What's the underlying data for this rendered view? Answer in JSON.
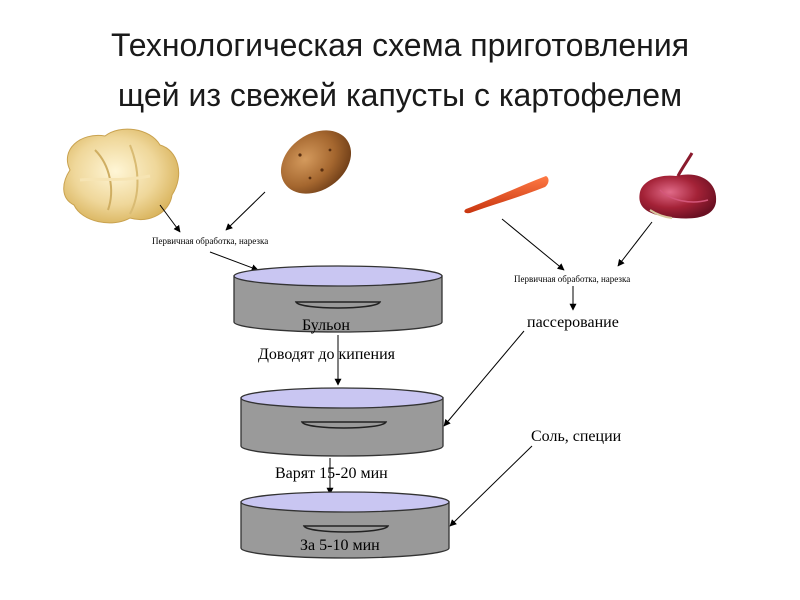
{
  "title": {
    "line1": "Технологическая схема приготовления",
    "line2": "щей из свежей капусты с картофелем"
  },
  "ingredients": [
    {
      "name": "cabbage-image"
    },
    {
      "name": "potato-image"
    },
    {
      "name": "carrot-image"
    },
    {
      "name": "onion-image"
    }
  ],
  "labels": {
    "primary_left": "Первичная обработка, нарезка",
    "primary_right": "Первичная обработка, нарезка",
    "pot1": "Бульон",
    "boil": "Доводят до кипения",
    "sauteing": "пассерование",
    "cook": "Варят 15-20 мин",
    "salt": "Соль, специи",
    "pot3": "За 5-10 мин"
  },
  "colors": {
    "pot_body": "#9a9a9a",
    "pot_top": "#c9c6f2",
    "cabbage": "#eed79a",
    "potato": "#a5672f",
    "carrot": "#e2481f",
    "onion": "#a42237"
  }
}
